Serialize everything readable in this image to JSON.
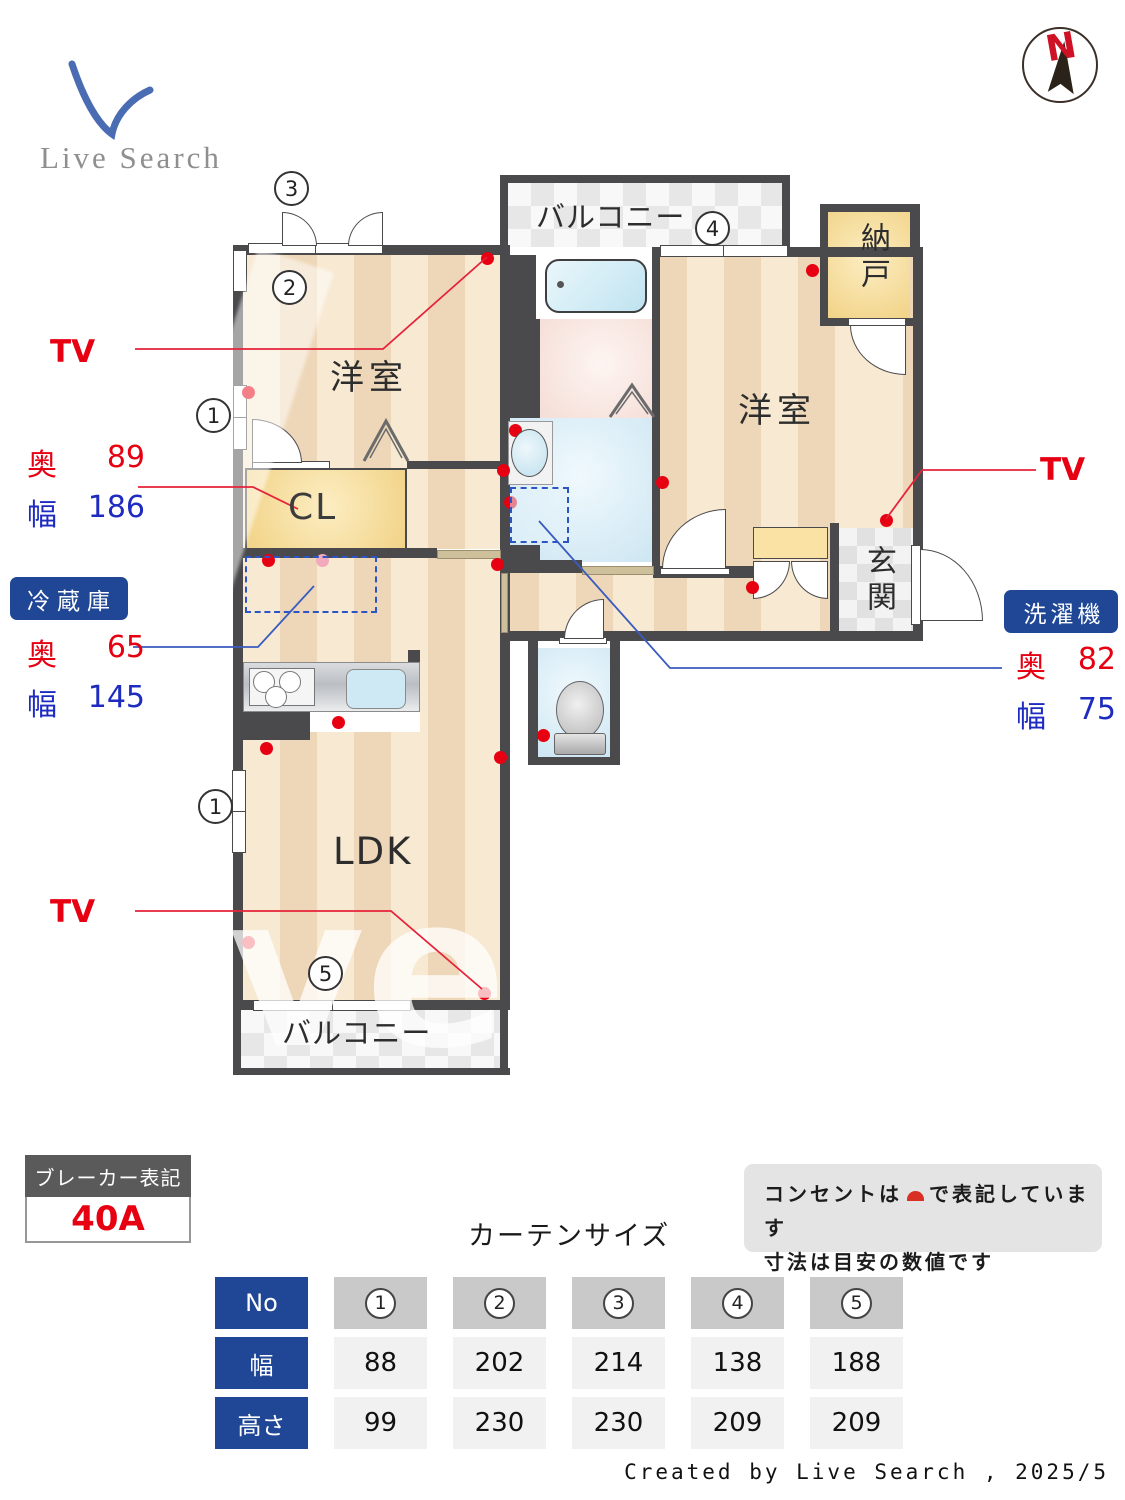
{
  "logo": {
    "text": "Live Search"
  },
  "compass": {
    "label": "N"
  },
  "plan": {
    "room_bedroom1": "洋室",
    "room_bedroom2": "洋室",
    "room_ldk": "LDK",
    "room_closet": "CL",
    "room_storage": "納戸",
    "room_entrance": "玄関",
    "balcony_top": "バルコニー",
    "balcony_bottom": "バルコニー",
    "tv1": "TV",
    "tv2": "TV",
    "tv3": "TV",
    "markers": [
      "3",
      "2",
      "1",
      "1",
      "5",
      "4"
    ],
    "closet_size": {
      "depth_label": "奥",
      "depth_value": "89",
      "width_label": "幅",
      "width_value": "186"
    },
    "fridge": {
      "badge": "冷蔵庫",
      "depth_label": "奥",
      "depth_value": "65",
      "width_label": "幅",
      "width_value": "145"
    },
    "washer": {
      "badge": "洗濯機",
      "depth_label": "奥",
      "depth_value": "82",
      "width_label": "幅",
      "width_value": "75"
    }
  },
  "breaker": {
    "title": "ブレーカー表記",
    "value": "40A"
  },
  "curtain_table": {
    "title": "カーテンサイズ",
    "no_label": "No",
    "width_label": "幅",
    "height_label": "高さ",
    "columns": [
      "1",
      "2",
      "3",
      "4",
      "5"
    ],
    "widths": [
      "88",
      "202",
      "214",
      "138",
      "188"
    ],
    "heights": [
      "99",
      "230",
      "230",
      "209",
      "209"
    ]
  },
  "note": {
    "line1_prefix": "コンセントは",
    "line1_suffix": "で表記しています",
    "line2": "寸法は目安の数値です"
  },
  "footer": {
    "credit": "Created by Live Search , 2025/5"
  }
}
